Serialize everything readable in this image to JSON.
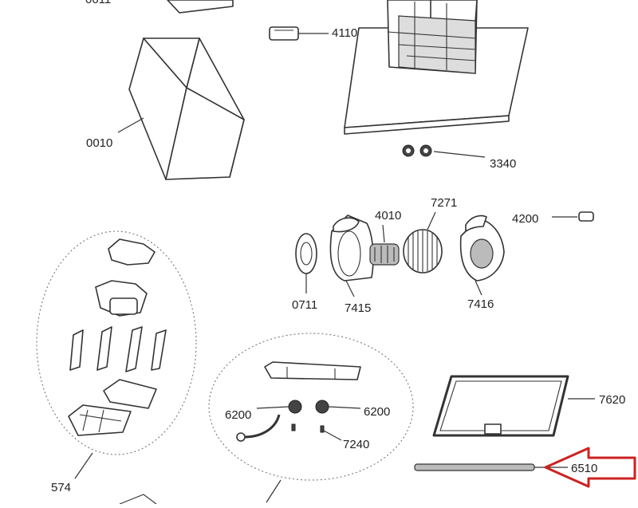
{
  "labels": {
    "p0011": "0011",
    "p4110": "4110",
    "p0010": "0010",
    "p3340": "3340",
    "p4010": "4010",
    "p7271": "7271",
    "p4200": "4200",
    "p0711": "0711",
    "p7415": "7415",
    "p7416": "7416",
    "p7620": "7620",
    "p6200a": "6200",
    "p6200b": "6200",
    "p7240": "7240",
    "p574": "574",
    "p6510": "6510"
  },
  "colors": {
    "highlight_arrow": "#cc2222",
    "line": "#333333"
  }
}
